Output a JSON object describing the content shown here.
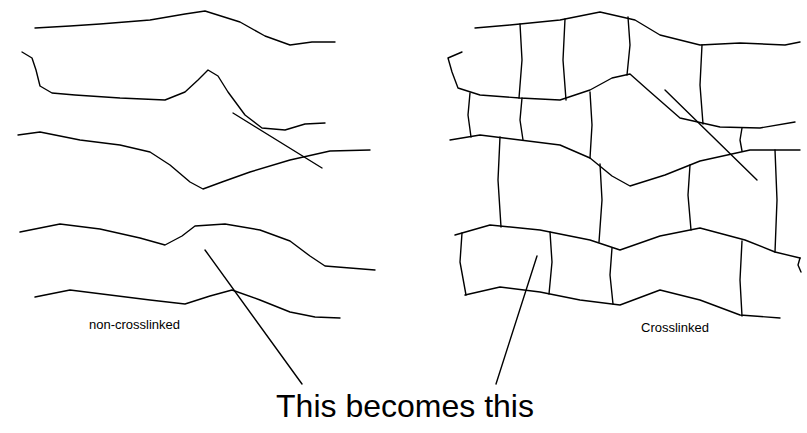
{
  "diagram": {
    "labels": [
      "non-crosslinked",
      "Crosslinked",
      "This becomes this"
    ]
  }
}
